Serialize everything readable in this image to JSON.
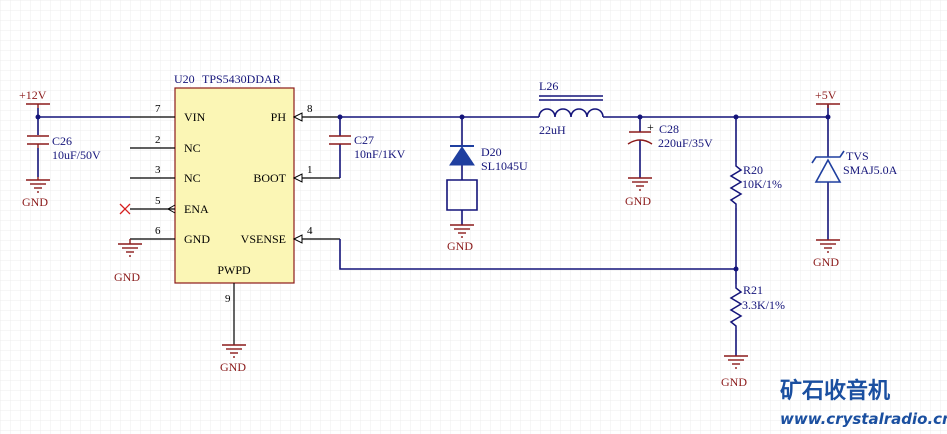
{
  "ic": {
    "ref": "U20",
    "part": "TPS5430DDAR",
    "pins": [
      {
        "num": "7",
        "name": "VIN"
      },
      {
        "num": "2",
        "name": "NC"
      },
      {
        "num": "3",
        "name": "NC"
      },
      {
        "num": "5",
        "name": "ENA"
      },
      {
        "num": "6",
        "name": "GND"
      },
      {
        "num": "8",
        "name": "PH"
      },
      {
        "num": "1",
        "name": "BOOT"
      },
      {
        "num": "4",
        "name": "VSENSE"
      },
      {
        "num": "9",
        "name": "PWPD"
      }
    ]
  },
  "power": {
    "vin": "+12V",
    "vout": "+5V",
    "gnd": "GND"
  },
  "components": {
    "C26": {
      "ref": "C26",
      "value": "10uF/50V"
    },
    "C27": {
      "ref": "C27",
      "value": "10nF/1KV"
    },
    "D20": {
      "ref": "D20",
      "value": "SL1045U"
    },
    "L26": {
      "ref": "L26",
      "value": "22uH"
    },
    "C28": {
      "ref": "C28",
      "value": "220uF/35V"
    },
    "R20": {
      "ref": "R20",
      "value": "10K/1%"
    },
    "R21": {
      "ref": "R21",
      "value": "3.3K/1%"
    },
    "TVS": {
      "ref": "TVS",
      "value": "SMAJ5.0A"
    }
  },
  "watermark": {
    "cn": "矿石收音机",
    "url": "www.crystalradio.cn"
  },
  "colors": {
    "wire": "#14147a",
    "power": "#8b1a1a",
    "ic_fill": "#fbf6b5",
    "diode": "#1f3f9f",
    "watermark": "#1a4fa0"
  }
}
